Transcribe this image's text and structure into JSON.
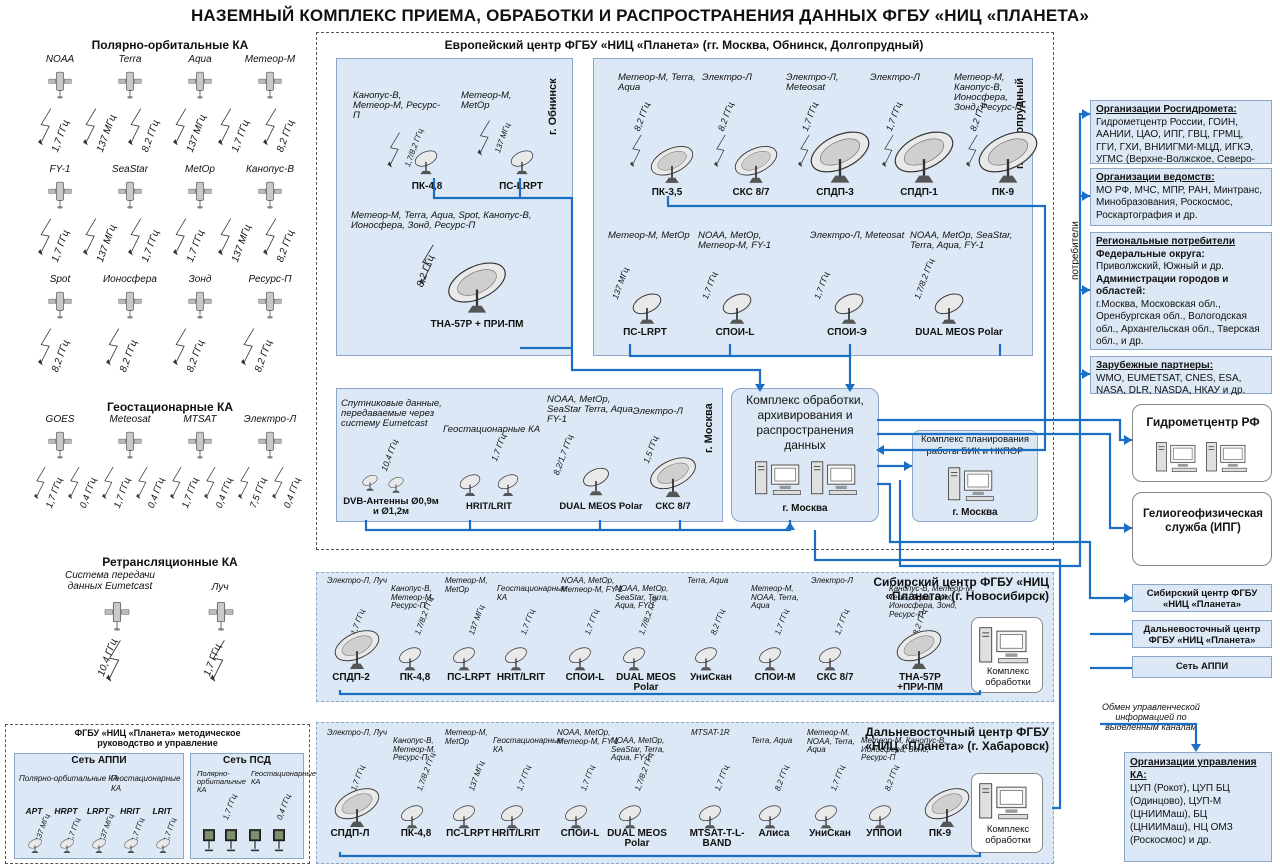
{
  "title": "НАЗЕМНЫЙ КОМПЛЕКС ПРИЕМА, ОБРАБОТКИ И РАСПРОСТРАНЕНИЯ ДАННЫХ ФГБУ «НИЦ «ПЛАНЕТА»",
  "left": {
    "polar_title": "Полярно-орбитальные КА",
    "polar_rows": [
      {
        "sats": [
          "NOAA",
          "Terra",
          "Aqua",
          "Метеор-М"
        ],
        "freqs": [
          "1,7 ГГц",
          "137 МГц",
          "8,2 ГГц",
          "137 МГц",
          "1,7 ГГц",
          "8,2 ГГц"
        ]
      },
      {
        "sats": [
          "FY-1",
          "SeaStar",
          "MetOp",
          "Канопус-В"
        ],
        "freqs": [
          "1,7 ГГц",
          "137 МГц",
          "1,7 ГГц",
          "1,7 ГГц",
          "137 МГц",
          "8,2 ГГц"
        ]
      },
      {
        "sats": [
          "Spot",
          "Ионосфера",
          "Зонд",
          "Ресурс-П"
        ],
        "freqs": [
          "8,2 ГГц",
          "8,2 ГГц",
          "8,2 ГГц",
          "8,2 ГГц"
        ]
      }
    ],
    "geo_title": "Геостационарные КА",
    "geo_sats": [
      "GOES",
      "Meteosat",
      "MTSAT",
      "Электро-Л"
    ],
    "geo_freqs": [
      "1,7 ГГц",
      "0,4 ГГц",
      "1,7 ГГц",
      "0,4 ГГц",
      "1,7 ГГц",
      "0,4 ГГц",
      "7,5 ГГц",
      "0,4 ГГц"
    ],
    "relay_title": "Ретрансляционные КА",
    "relay_sats": [
      "Система передачи данных Eumetcast",
      "Луч"
    ],
    "relay_freqs": [
      "10,4 ГГц",
      "1,7 ГГц"
    ]
  },
  "method": {
    "title": "ФГБУ «НИЦ «Планета» методическое руководство и управление",
    "appi_title": "Сеть АППИ",
    "appi_note1": "Полярно-орбитальные КА",
    "appi_note2": "Геостационарные КА",
    "appi_items": [
      "APT",
      "HRPT",
      "LRPT",
      "HRIT",
      "LRIT"
    ],
    "appi_freqs": [
      "137 МГц",
      "1,7 ГГц",
      "137 МГц",
      "1,7 ГГц",
      "1,7 ГГц"
    ],
    "psd_title": "Сеть ПСД",
    "psd_note1": "Полярно-орбитальные КА",
    "psd_note2": "Геостационарные КА",
    "psd_freqs": [
      "1,7 ГГц",
      "0,4 ГГц"
    ]
  },
  "europe": {
    "title": "Европейский центр ФГБУ «НИЦ «Планета» (гг. Москва, Обнинск, Долгопрудный)",
    "obninsk": {
      "city": "г. Обнинск",
      "note1": "Канопус-В, Метеор-М, Ресурс-П",
      "freq1": "1,7/8,2 ГГц",
      "note2": "Метеор-М, MetOp",
      "freq2": "137 МГц",
      "ant1": "ПК-4,8",
      "ant2": "ПС-LRPT",
      "note3": "Метеор-М, Terra, Aqua, Spot, Канопус-В, Ионосфера, Зонд, Ресурс-П",
      "freq3": "8,2 ГГц",
      "ant3": "ТНА-57Р + ПРИ-ПМ"
    },
    "dolgo": {
      "city": "г. Долгопрудный",
      "top_notes": [
        "Метеор-М, Terra, Aqua",
        "Электро-Л",
        "Электро-Л, Meteosat",
        "Электро-Л",
        "Метеор-М, Канопус-В, Ионосфера, Зонд, Ресурс-П"
      ],
      "top_freqs": [
        "8,2 ГГц",
        "8,2 ГГц",
        "1,7 ГГц",
        "1,7 ГГц",
        "8,2 ГГц"
      ],
      "top_ants": [
        "ПК-3,5",
        "СКС 8/7",
        "СПДП-3",
        "СПДП-1",
        "ПК-9"
      ],
      "bot_notes": [
        "Метеор-М, MetOp",
        "NOAA, MetOp, Метеор-М, FY-1",
        "Электро-Л, Meteosat",
        "NOAA, MetOp, SeaStar, Terra, Aqua, FY-1"
      ],
      "bot_freqs": [
        "137 МГц",
        "1,7 ГГц",
        "1,7 ГГц",
        "1,7/8,2 ГГц"
      ],
      "bot_ants": [
        "ПС-LRPT",
        "СПОИ-L",
        "СПОИ-Э",
        "DUAL MEOS Polar"
      ]
    },
    "moscow": {
      "city": "г. Москва",
      "note1": "Спутниковые данные, передаваемые через систему Eumetcast",
      "freq1": "10,4 ГГц",
      "note2": "Геостационарные КА",
      "freq2": "1,7 ГГц",
      "note3": "NOAA, MetOp, SeaStar Terra, Aqua, FY-1",
      "freq3": "8,2/1,7 ГГц",
      "note4": "Электро-Л",
      "freq4": "1,5 ГГц",
      "ants": [
        "DVB-Антенны Ø0,9м и Ø1,2м",
        "HRIT/LRIT",
        "DUAL MEOS Polar",
        "СКС 8/7"
      ]
    },
    "complex": {
      "title": "Комплекс обработки, архивирования и распространения данных",
      "city": "г. Москва"
    },
    "planning": {
      "title": "Комплекс планирования работы БИК и НКПОР",
      "city": "г. Москва"
    }
  },
  "siberia": {
    "title": "Сибирский центр ФГБУ «НИЦ «Планета» (г. Новосибирск)",
    "notes": [
      "Электро-Л, Луч",
      "Канопус-В, Метеор-М, Ресурс-П",
      "Метеор-М, MetOp",
      "Геостационарные КА",
      "NOAA, MetOp, Метеор-М, FY-1",
      "NOAA, MetOp, SeaStar, Terra, Aqua, FY-1",
      "Terra, Aqua",
      "Метеор-М, NOAA, Terra, Aqua",
      "Электро-Л",
      "Канопус-В, Метеор-М, Terra, Aqua, Spot, Ионосфера, Зонд, Ресурс-П"
    ],
    "freqs": [
      "1,7 ГГц",
      "1,7/8,2 ГГц",
      "137 МГц",
      "1,7 ГГц",
      "1,7 ГГц",
      "1,7/8,2 ГГц",
      "8,2 ГГц",
      "1,7 ГГц",
      "1,7 ГГц",
      "8,2 ГГц"
    ],
    "ants": [
      "СПДП-2",
      "ПК-4,8",
      "ПС-LRPT",
      "HRIT/LRIT",
      "СПОИ-L",
      "DUAL MEOS Polar",
      "УниСкан",
      "СПОИ-М",
      "СКС 8/7",
      "ТНА-57Р +ПРИ-ПМ"
    ],
    "complex": "Комплекс обработки"
  },
  "fareast": {
    "title": "Дальневосточный центр ФГБУ «НИЦ «Планета» (г. Хабаровск)",
    "notes": [
      "Электро-Л, Луч",
      "Канопус-В, Метеор-М, Ресурс-П",
      "Метеор-М, MetOp",
      "Геостационарные КА",
      "NOAA, MetOp, Метеор-М, FY-1",
      "NOAA, MetOp, SeaStar, Terra, Aqua, FY-1",
      "MTSAT-1R",
      "Terra, Aqua",
      "Метеор-М, NOAA, Terra, Aqua",
      "Метеор-М, Канопус-В, Ионосфера, Зонд, Ресурс-П"
    ],
    "freqs": [
      "1,7 ГГц",
      "1,7/8,2 ГГц",
      "137 МГц",
      "1,7 ГГц",
      "1,7 ГГц",
      "1,7/8,2 ГГц",
      "1,7 ГГц",
      "8,2 ГГц",
      "1,7 ГГц",
      "8,2 ГГц"
    ],
    "ants": [
      "СПДП-Л",
      "ПК-4,8",
      "ПС-LRPT",
      "HRIT/LRIT",
      "СПОИ-L",
      "DUAL MEOS Polar",
      "MTSAT-T-L-BAND",
      "Алиса",
      "УниСкан",
      "УППОИ",
      "ПК-9"
    ],
    "complex": "Комплекс обработки"
  },
  "right": {
    "consumers_label": "потребители",
    "org1_title": "Организации Росгидромета:",
    "org1_body": "Гидрометцентр России, ГОИН, ААНИИ, ЦАО, ИПГ, ГВЦ, ГРМЦ, ГГИ, ГХИ, ВНИИГМИ-МЦД, ИГКЭ, УГМС (Верхне-Волжское, Северо-Кавказское, Северное и др.), ЦГМС (Краснодарское и др.)",
    "org2_title": "Организации ведомств:",
    "org2_body": "МО РФ, МЧС, МПР, РАН, Минтранс, Минобразования, Роскосмос, Роскартография и др.",
    "org3_title": "Региональные потребители",
    "org3_sub1": "Федеральные округа:",
    "org3_body1": "Приволжский, Южный и др.",
    "org3_sub2": "Администрации городов и областей:",
    "org3_body2": "г.Москва, Московская обл., Оренбургская обл., Вологодская обл., Архангельская обл., Тверская обл., и др.",
    "org4_title": "Зарубежные партнеры:",
    "org4_body": "WMO, EUMETSAT, CNES, ESA, NASA, DLR, NASDA, НКАУ и др.",
    "hydro": "Гидрометцентр РФ",
    "helio": "Гелиогеофизическая служба (ИПГ)",
    "sib_center": "Сибирский центр ФГБУ «НИЦ «Планета»",
    "fe_center": "Дальневосточный центр ФГБУ «НИЦ «Планета»",
    "appi": "Сеть АППИ",
    "exchange": "Обмен управленческой информацией по выделенным каналам",
    "ctrl_title": "Организации управления КА:",
    "ctrl_body": "ЦУП (Рокот), ЦУП БЦ (Одинцово), ЦУП-М (ЦНИИМаш), БЦ (ЦНИИМаш), НЦ ОМЗ (Роскосмос) и др."
  }
}
